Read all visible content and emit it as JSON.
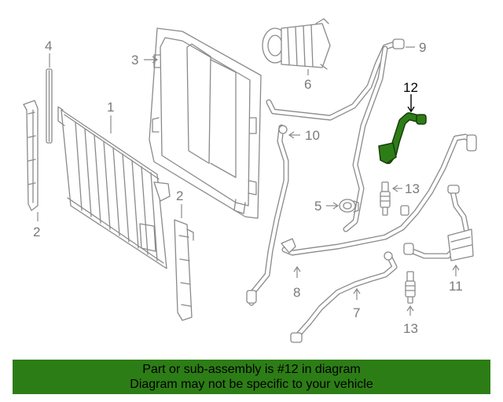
{
  "callouts": {
    "c1": "1",
    "c2a": "2",
    "c2b": "2",
    "c3": "3",
    "c4": "4",
    "c5": "5",
    "c6": "6",
    "c7": "7",
    "c8": "8",
    "c9": "9",
    "c10": "10",
    "c11": "11",
    "c12": "12",
    "c13a": "13",
    "c13b": "13"
  },
  "highlight": {
    "part_number": "12",
    "color": "#2d7d16",
    "outline_color": "#1a3d0c"
  },
  "line_color": "#8a8a8a",
  "banner": {
    "line1": "Part or sub-assembly is #12 in diagram",
    "line2": "Diagram may not be specific to your vehicle",
    "background": "#2d7d16"
  }
}
